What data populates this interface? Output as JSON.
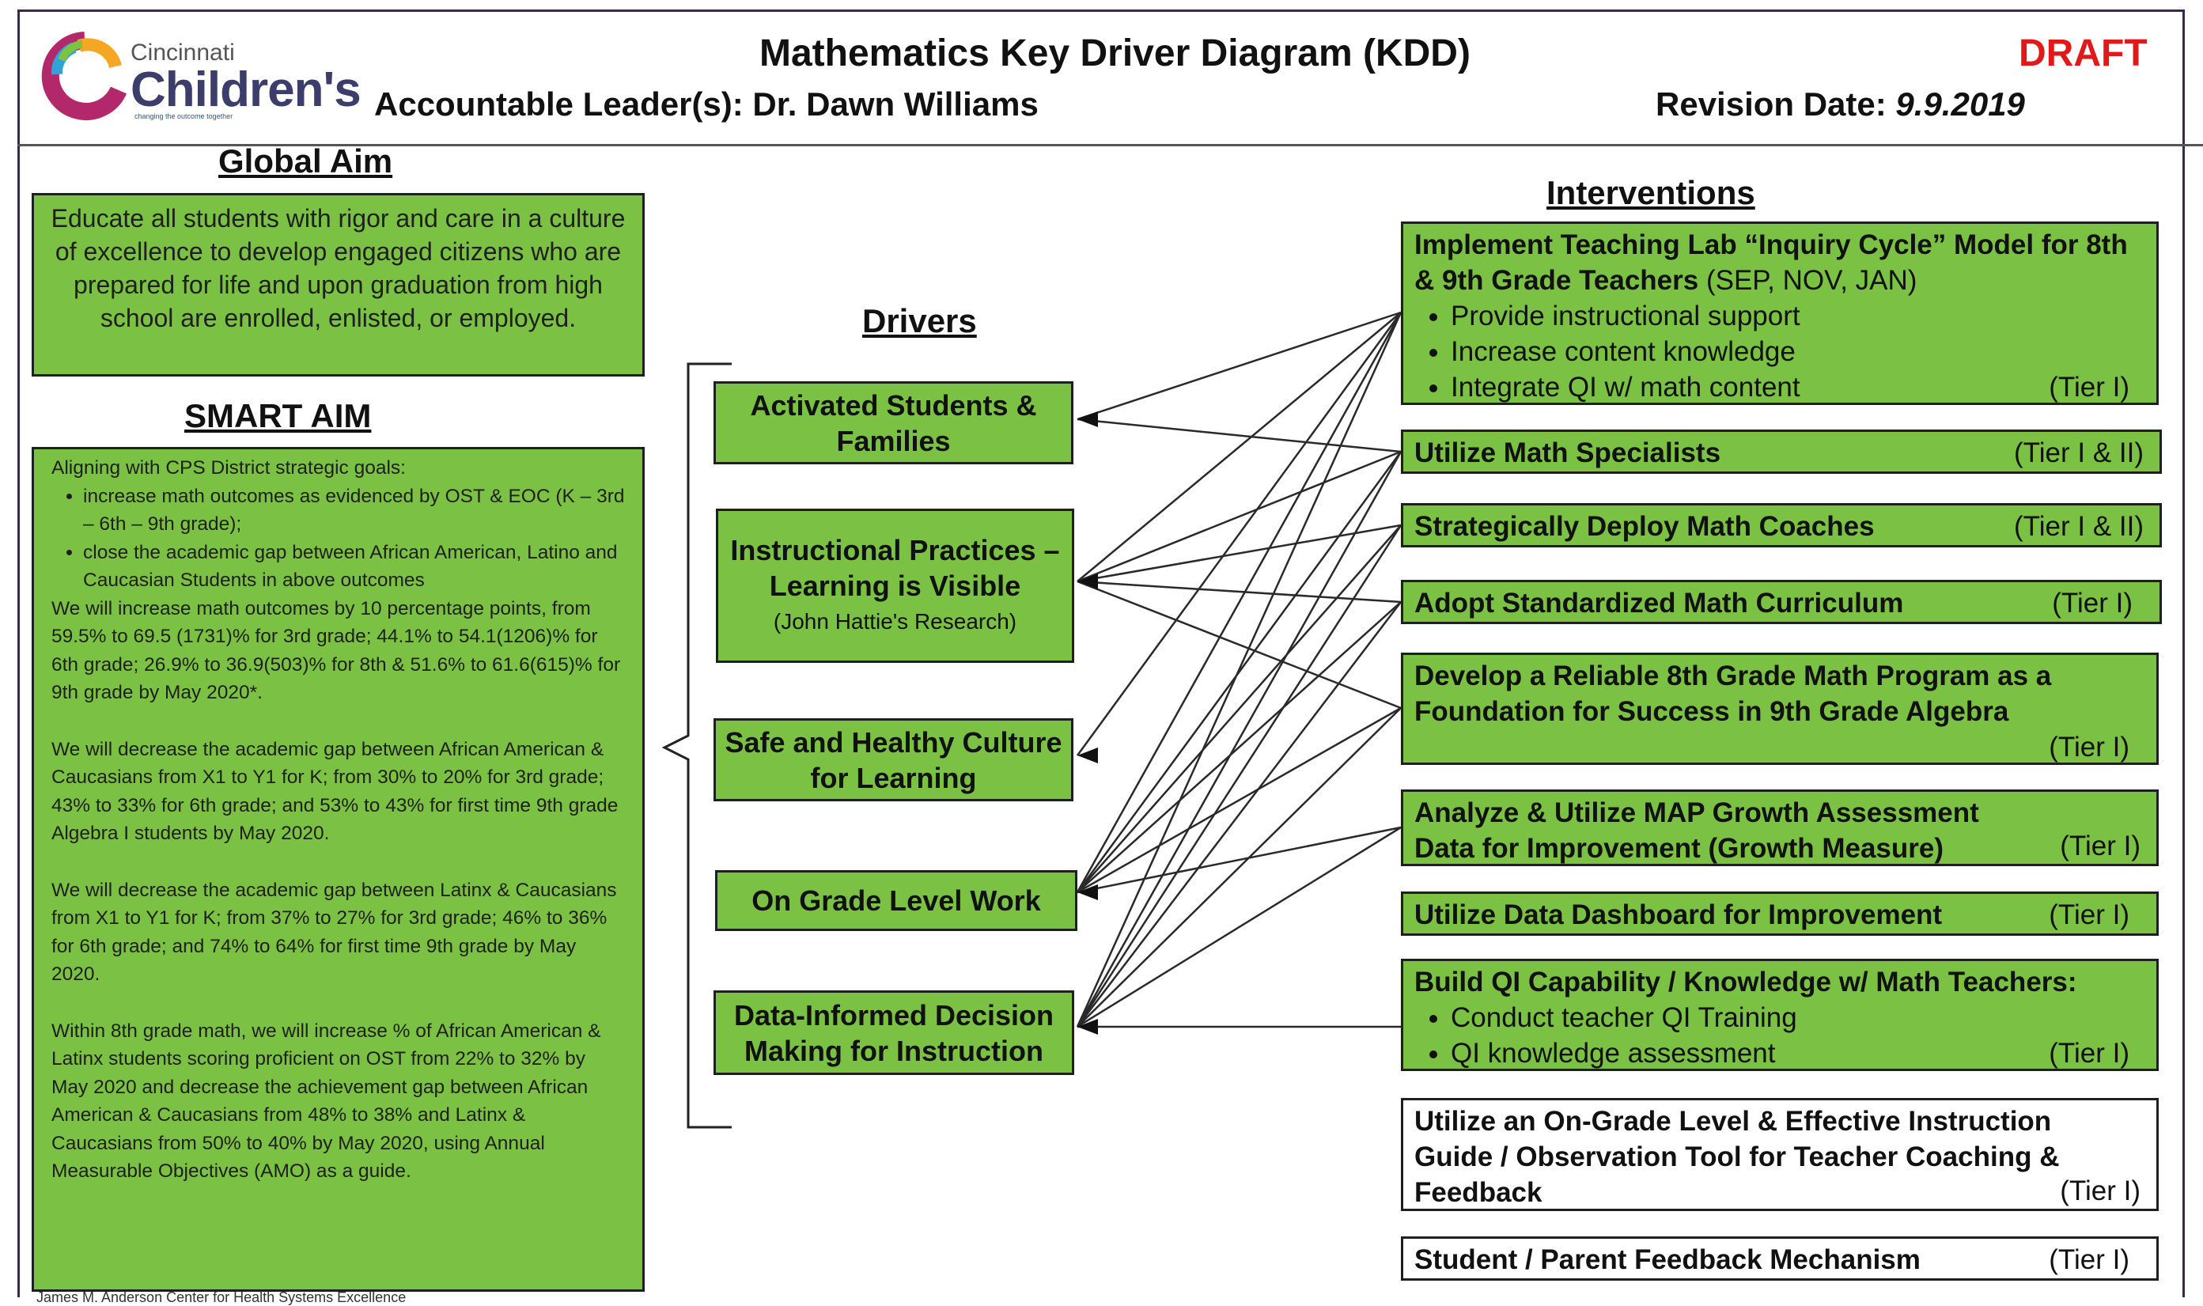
{
  "header": {
    "logo_text_small": "Cincinnati",
    "logo_text_big": "Children's",
    "logo_tagline": "changing the outcome together",
    "title": "Mathematics Key Driver Diagram (KDD)",
    "status": "DRAFT",
    "leader_label": "Accountable Leader(s): Dr. Dawn Williams",
    "revision_label": "Revision Date:",
    "revision_date": "9.9.2019"
  },
  "global_aim": {
    "heading": "Global Aim",
    "text": "Educate all students with rigor and care in a culture of excellence to develop engaged citizens who are prepared for life and upon graduation from high school are enrolled, enlisted, or employed."
  },
  "smart_aim": {
    "heading": "SMART AIM",
    "intro": "Aligning with CPS District strategic goals:",
    "bullets": [
      "increase math outcomes as evidenced by OST & EOC (K – 3rd – 6th – 9th grade);",
      "close the academic gap between African American, Latino and Caucasian Students in above outcomes"
    ],
    "para1": "We will increase math outcomes by 10 percentage points, from 59.5% to 69.5 (1731)% for 3rd grade; 44.1% to 54.1(1206)% for 6th grade; 26.9% to 36.9(503)% for 8th & 51.6% to 61.6(615)% for 9th grade by May 2020*.",
    "para2": "We will decrease the academic gap between African American & Caucasians from X1 to Y1 for K; from 30% to 20% for 3rd grade; 43% to 33% for 6th grade; and 53% to 43% for first time 9th grade Algebra I students by May 2020.",
    "para3": "We will decrease the academic gap between Latinx & Caucasians from X1 to Y1 for K; from 37% to 27% for 3rd grade; 46% to 36% for 6th grade; and 74% to 64% for first time 9th grade by May 2020.",
    "para4": "Within 8th grade math, we will increase % of African American & Latinx students scoring proficient on OST from 22% to 32% by May 2020 and decrease the achievement gap between African American & Caucasians from 48% to 38% and Latinx & Caucasians from 50% to 40% by May 2020, using Annual Measurable Objectives (AMO) as a guide."
  },
  "drivers": {
    "heading": "Drivers",
    "items": [
      {
        "label": "Activated Students & Families"
      },
      {
        "label": "Instructional Practices – Learning is Visible",
        "note": "(John Hattie's Research)"
      },
      {
        "label": "Safe and Healthy Culture for Learning"
      },
      {
        "label": "On Grade Level Work"
      },
      {
        "label": "Data-Informed Decision Making for Instruction"
      }
    ]
  },
  "interventions": {
    "heading": "Interventions",
    "items": [
      {
        "title": "Implement Teaching Lab “Inquiry Cycle” Model for 8th & 9th Grade Teachers",
        "note": "(SEP, NOV, JAN)",
        "bullets": [
          "Provide instructional support",
          "Increase content knowledge",
          "Integrate QI w/ math content"
        ],
        "tier": "(Tier I)"
      },
      {
        "title": "Utilize Math Specialists",
        "tier": "(Tier I & II)"
      },
      {
        "title": "Strategically Deploy Math Coaches",
        "tier": "(Tier I & II)"
      },
      {
        "title": "Adopt Standardized Math Curriculum",
        "tier": "(Tier I)"
      },
      {
        "title": "Develop a Reliable 8th Grade Math Program as a Foundation for Success in 9th Grade Algebra",
        "tier": "(Tier I)"
      },
      {
        "title": "Analyze & Utilize MAP Growth Assessment Data for Improvement (Growth Measure)",
        "tier": "(Tier I)"
      },
      {
        "title": "Utilize Data Dashboard for Improvement",
        "tier": "(Tier I)"
      },
      {
        "title": "Build QI Capability / Knowledge w/ Math Teachers:",
        "bullets": [
          "Conduct teacher QI Training",
          "QI knowledge assessment"
        ],
        "tier": "(Tier I)"
      },
      {
        "title": "Utilize an On-Grade Level & Effective Instruction Guide / Observation Tool for Teacher Coaching & Feedback",
        "tier": "(Tier I)"
      },
      {
        "title": "Student / Parent Feedback Mechanism",
        "tier": "(Tier I)"
      }
    ]
  },
  "footnote": "James M. Anderson Center for Health Systems Excellence",
  "colors": {
    "box_green": "#7bc143",
    "draft_red": "#e01a1a",
    "border": "#1f1f1f"
  }
}
